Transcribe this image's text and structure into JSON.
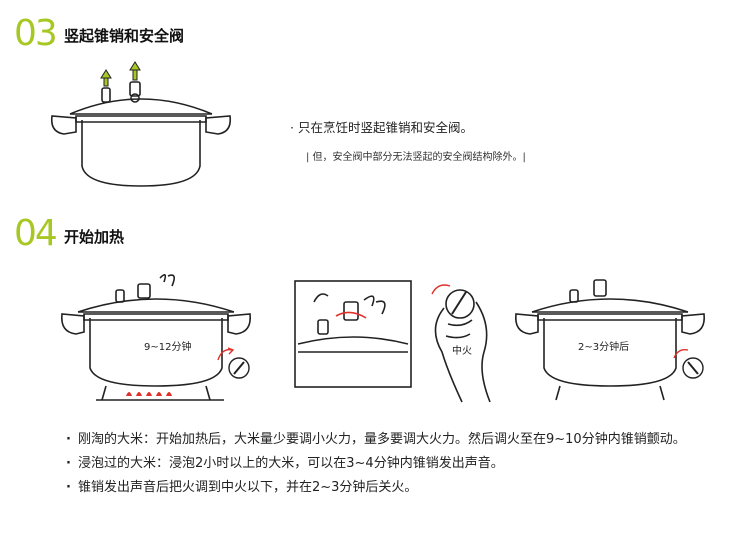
{
  "step03": {
    "number": "03",
    "title": "竖起锥销和安全阀",
    "note": "只在烹饪时竖起锥销和安全阀。",
    "subnote": "| 但，安全阀中部分无法竖起的安全阀结构除外。|"
  },
  "step04": {
    "number": "04",
    "title": "开始加热",
    "pot1_label": "9~12分钟",
    "hand_label": "中火",
    "pot2_label": "2~3分钟后",
    "bullets": [
      "刚淘的大米：开始加热后，大米量少要调小火力，量多要调大火力。然后调火至在9~10分钟内锥销颤动。",
      "浸泡过的大米：浸泡2小时以上的大米，可以在3~4分钟内锥销发出声音。",
      "锥销发出声音后把火调到中火以下，并在2~3分钟后关火。"
    ]
  },
  "colors": {
    "accent": "#a7c824",
    "flame": "#e0302a"
  }
}
